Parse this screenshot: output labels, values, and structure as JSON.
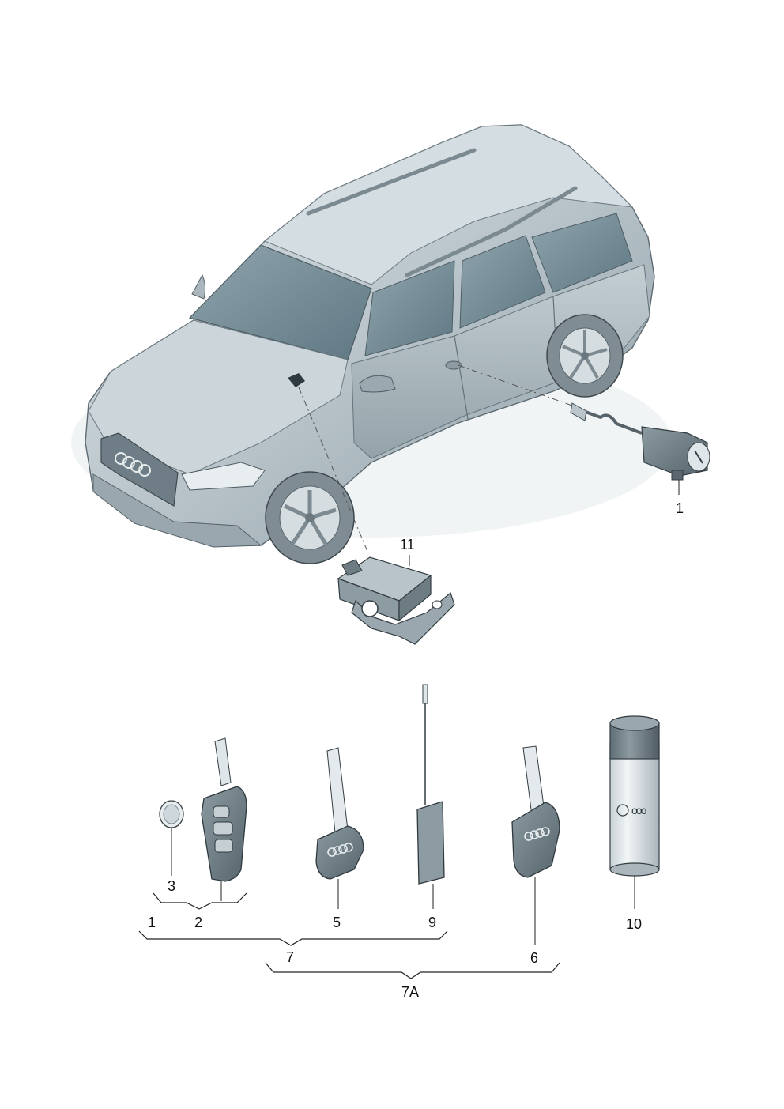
{
  "colors": {
    "body_light": "#c9d3d8",
    "body_mid": "#a7b4bb",
    "body_dark": "#7d8c94",
    "glass": "#6f8791",
    "tire": "#8a979e",
    "leader": "#222222"
  },
  "callouts": {
    "door_lock": "1",
    "sensor": "11",
    "battery": "3",
    "flip_key": "2",
    "flip_key_group": "1",
    "key5": "5",
    "tag9": "9",
    "bracket7": "7",
    "key6": "6",
    "spray10": "10",
    "bracket7a": "7A"
  },
  "spray_logo": "ooo"
}
